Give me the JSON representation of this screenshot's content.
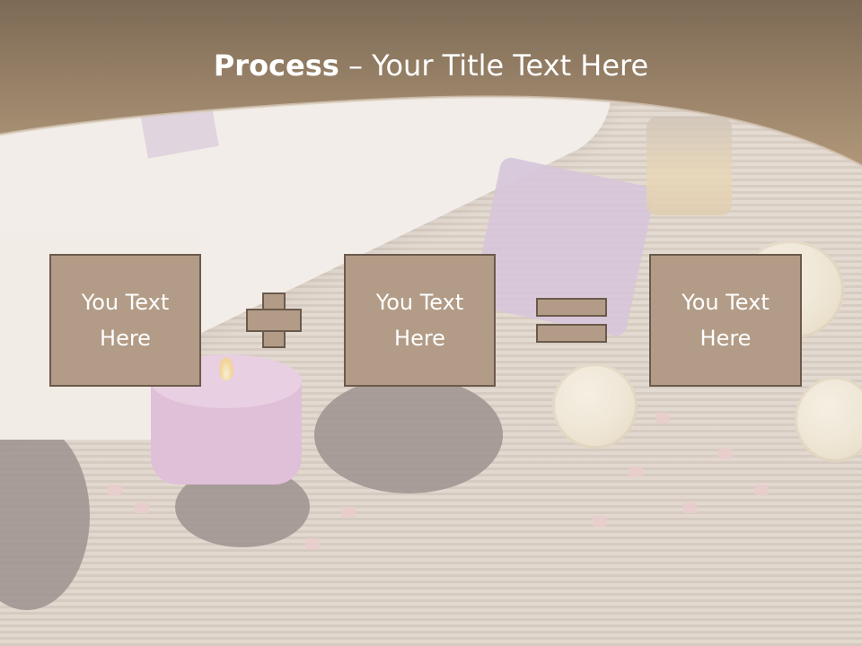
{
  "slide": {
    "title_bold": "Process",
    "title_rest": " – Your Title Text Here"
  },
  "process": {
    "boxes": [
      "You Text\nHere",
      "You Text\nHere",
      "You Text\nHere"
    ],
    "operators": [
      "plus-icon",
      "equals-icon"
    ]
  },
  "colors": {
    "band_dark": "#7d6a55",
    "band_light": "#b09779",
    "box_fill": "#b29c87",
    "box_border": "#6b5a4c"
  }
}
